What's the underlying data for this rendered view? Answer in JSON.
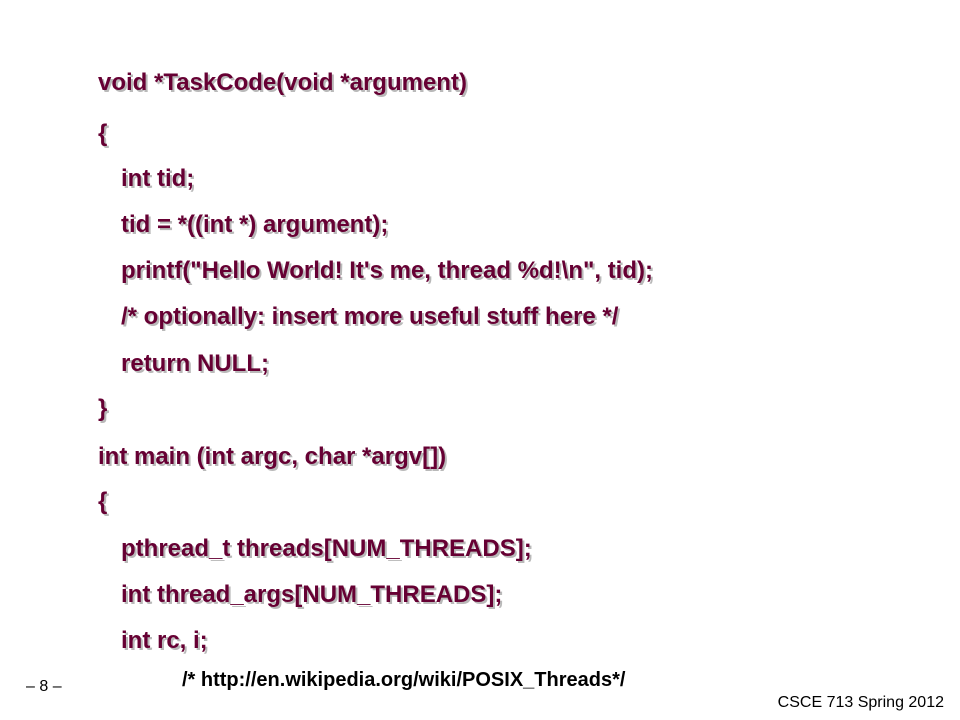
{
  "code": {
    "lines": [
      "void *TaskCode(void *argument)",
      "{",
      "int tid;",
      "tid = *((int *) argument);",
      "printf(\"Hello World! It's me, thread %d!\\n\", tid);",
      "/* optionally: insert more useful stuff here */",
      "return NULL;",
      "}",
      "int main (int argc, char *argv[])",
      "{",
      "pthread_t threads[NUM_THREADS];",
      "int thread_args[NUM_THREADS];",
      "int rc, i;"
    ]
  },
  "footer": {
    "source_comment": "/* http://en.wikipedia.org/wiki/POSIX_Threads*/",
    "page_number": "– 8 –",
    "course": "CSCE 713 Spring 2012"
  },
  "colors": {
    "code_text": "#660033",
    "code_shadow": "#b9b9b9",
    "background": "#ffffff"
  }
}
